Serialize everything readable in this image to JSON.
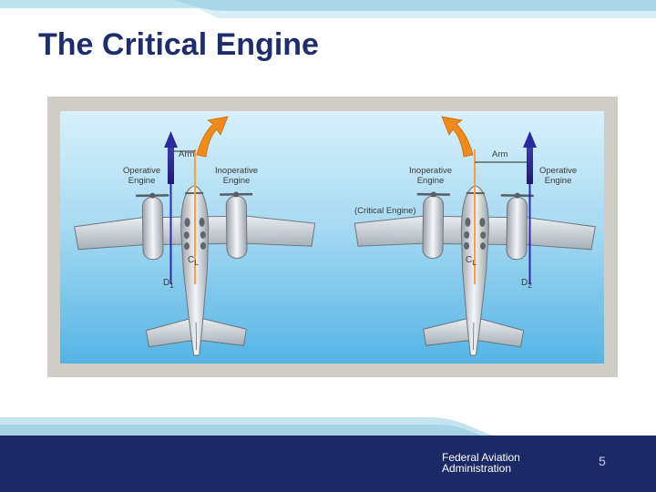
{
  "slide": {
    "title": "The Critical Engine",
    "page_number": "5",
    "footer": {
      "line1": "Federal Aviation",
      "line2": "Administration"
    }
  },
  "diagram": {
    "left": {
      "arm": "Arm",
      "operative": [
        "Operative",
        "Engine"
      ],
      "inoperative": [
        "Inoperative",
        "Engine"
      ],
      "cl": "C",
      "cl_sub": "L",
      "d": "D",
      "d_sub": "1"
    },
    "right": {
      "arm": "Arm",
      "operative": [
        "Operative",
        "Engine"
      ],
      "inoperative": [
        "Inoperative",
        "Engine"
      ],
      "critical": "(Critical Engine)",
      "cl": "C",
      "cl_sub": "L",
      "d": "D",
      "d_sub": "2"
    }
  },
  "colors": {
    "title": "#1f2d6b",
    "footer_bg": "#1b2a66",
    "thrust_arrow": "#2a2a9a",
    "yaw_arrow": "#f08a1c",
    "arm_line": "#f0a24a",
    "sky_top": "#d8f0fb",
    "sky_bottom": "#55b4e4"
  }
}
